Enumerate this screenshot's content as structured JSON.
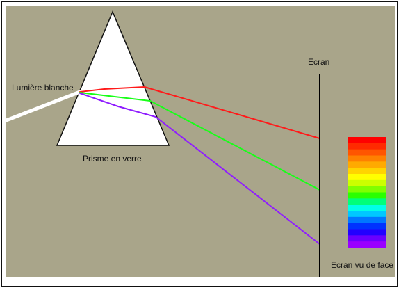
{
  "labels": {
    "white_light": "Lumière blanche",
    "prism": "Prisme en verre",
    "screen": "Ecran",
    "screen_front_view": "Ecran vu de face"
  },
  "colors": {
    "background": "#a9a58a",
    "frame": "#111111",
    "prism_fill": "#ffffff",
    "prism_stroke": "#111111",
    "white_ray": "#ffffff",
    "red_ray": "#ff1a1a",
    "green_ray": "#18ff18",
    "violet_ray": "#8f1cff",
    "screen_line": "#000000"
  },
  "spectrum": {
    "colors": [
      "#ff0000",
      "#ff2a00",
      "#ff5500",
      "#ff8000",
      "#ffaa00",
      "#ffd400",
      "#ffff00",
      "#ccff00",
      "#80ff00",
      "#2bff00",
      "#00ff7a",
      "#00ffe8",
      "#00c8ff",
      "#0077ff",
      "#0032ff",
      "#2200ff",
      "#6a00ff",
      "#9a00ff"
    ]
  }
}
